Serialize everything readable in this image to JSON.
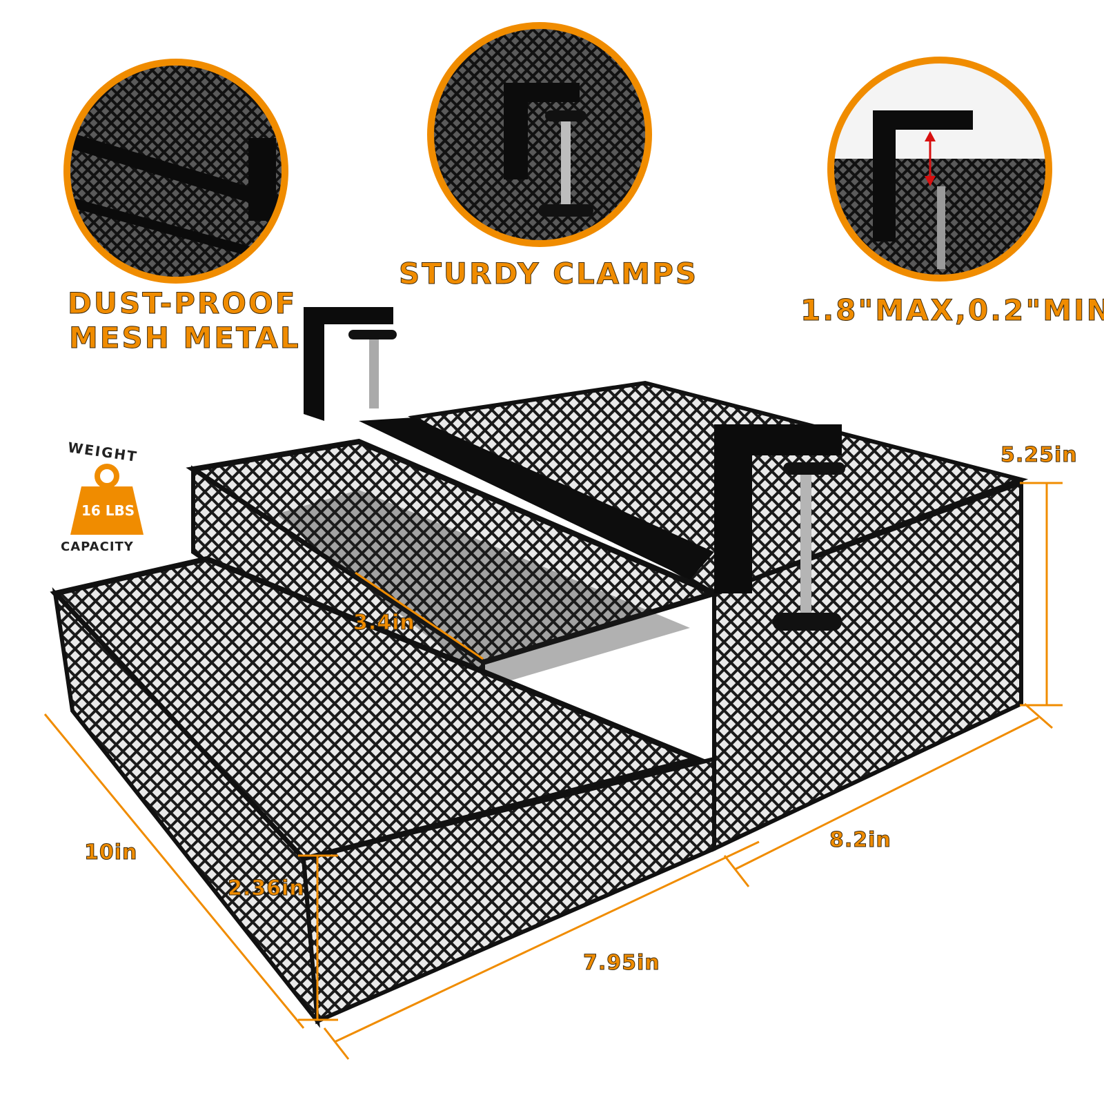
{
  "features": {
    "mesh_line1": "DUST-PROOF",
    "mesh_line2": "MESH METAL",
    "clamps": "STURDY CLAMPS",
    "range": "1.8\"MAX,0.2\"MIN"
  },
  "badge": {
    "top": "WEIGHT",
    "value": "16 LBS",
    "bottom": "CAPACITY"
  },
  "dimensions": {
    "height": "5.25in",
    "drawer_width": "3.4in",
    "depth": "10in",
    "side": "8.2in",
    "drawer_height": "2.36in",
    "width": "7.95in"
  },
  "colors": {
    "accent": "#f08c00",
    "product": "#141414"
  },
  "icons": [
    "weight-icon",
    "double-arrow-icon"
  ]
}
